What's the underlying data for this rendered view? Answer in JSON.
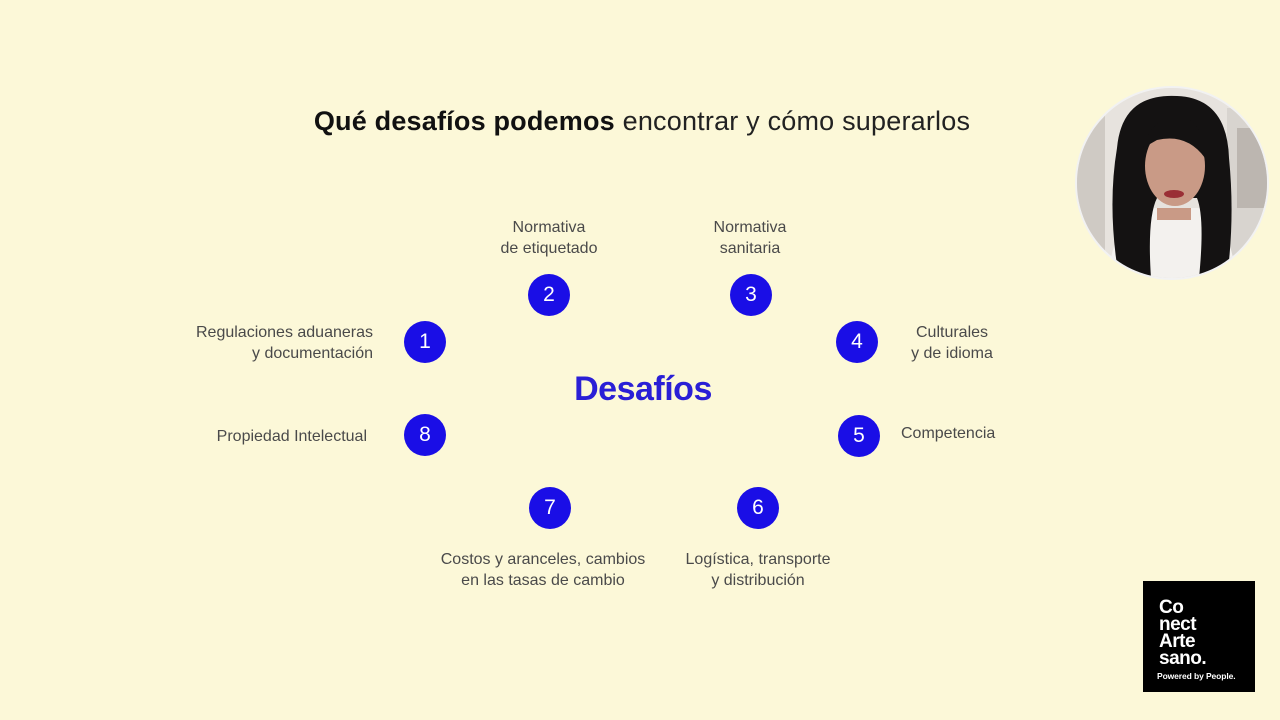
{
  "title": {
    "bold": "Qué desafíos podemos",
    "rest": "encontrar y cómo superarlos"
  },
  "center_label": "Desafíos",
  "challenges": [
    {
      "number": "1",
      "lines": [
        "Regulaciones aduaneras",
        "y documentación"
      ]
    },
    {
      "number": "2",
      "lines": [
        "Normativa",
        "de etiquetado"
      ]
    },
    {
      "number": "3",
      "lines": [
        "Normativa",
        "sanitaria"
      ]
    },
    {
      "number": "4",
      "lines": [
        "Culturales",
        "y de idioma"
      ]
    },
    {
      "number": "5",
      "lines": [
        "Competencia"
      ]
    },
    {
      "number": "6",
      "lines": [
        "Logística, transporte",
        "y distribución"
      ]
    },
    {
      "number": "7",
      "lines": [
        "Costos y aranceles, cambios",
        "en las tasas de cambio"
      ]
    },
    {
      "number": "8",
      "lines": [
        "Propiedad Intelectual"
      ]
    }
  ],
  "logo": {
    "lines": [
      "Co",
      "nect",
      "Arte",
      "sano."
    ],
    "tagline": "Powered by People."
  },
  "colors": {
    "background": "#fcf8d8",
    "accent": "#1a0ee6",
    "center_text": "#2a1fd6"
  }
}
